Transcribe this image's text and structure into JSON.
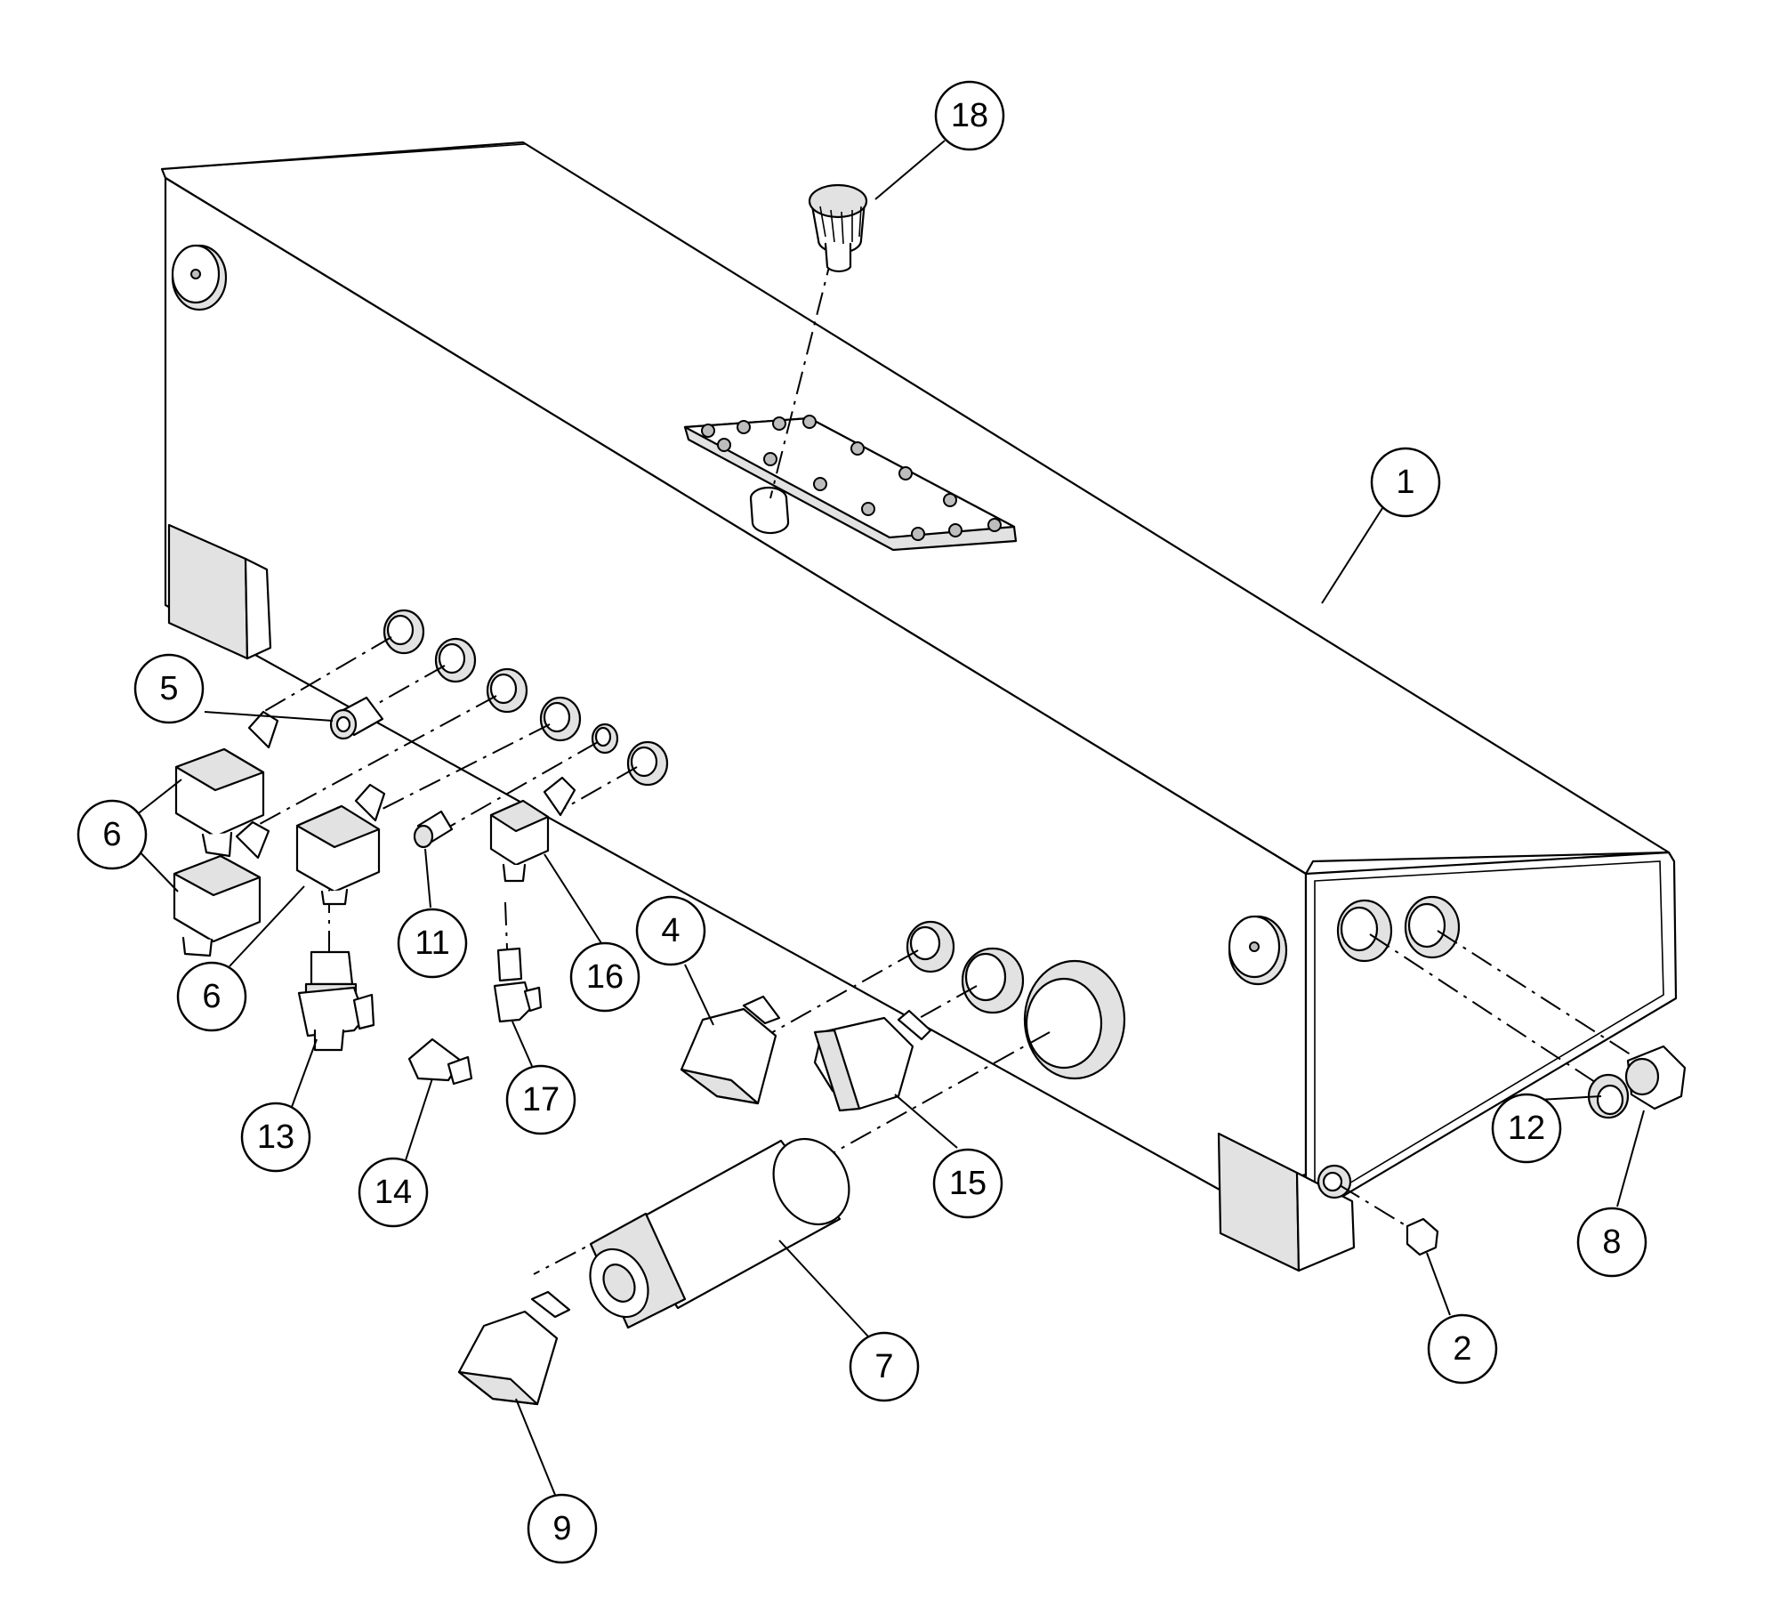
{
  "callouts": [
    {
      "id": "c1",
      "label": "1",
      "part": "tank"
    },
    {
      "id": "c2",
      "label": "2",
      "part": "drain-plug"
    },
    {
      "id": "c4",
      "label": "4",
      "part": "elbow-45"
    },
    {
      "id": "c5",
      "label": "5",
      "part": "adapter"
    },
    {
      "id": "c6a",
      "label": "6",
      "part": "elbow-90"
    },
    {
      "id": "c6b",
      "label": "6",
      "part": "elbow-90"
    },
    {
      "id": "c7",
      "label": "7",
      "part": "suction-strainer"
    },
    {
      "id": "c8",
      "label": "8",
      "part": "plug"
    },
    {
      "id": "c9",
      "label": "9",
      "part": "elbow-45"
    },
    {
      "id": "c11",
      "label": "11",
      "part": "adapter"
    },
    {
      "id": "c12",
      "label": "12",
      "part": "sight-gauge"
    },
    {
      "id": "c13",
      "label": "13",
      "part": "tee"
    },
    {
      "id": "c14",
      "label": "14",
      "part": "adapter"
    },
    {
      "id": "c15",
      "label": "15",
      "part": "elbow-45"
    },
    {
      "id": "c16",
      "label": "16",
      "part": "elbow-90"
    },
    {
      "id": "c17",
      "label": "17",
      "part": "tee"
    },
    {
      "id": "c18",
      "label": "18",
      "part": "breather-cap"
    }
  ],
  "colors": {
    "line": "#000000",
    "fill": "#ffffff",
    "shade": "#e2e2e2"
  }
}
